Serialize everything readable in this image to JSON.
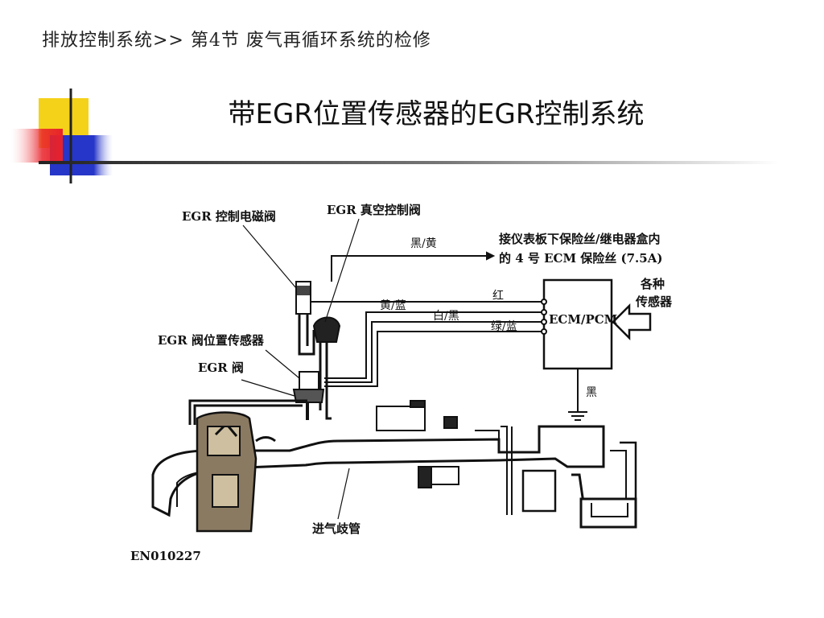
{
  "header": {
    "breadcrumb": "排放控制系统>> 第4节 废气再循环系统的检修",
    "title": "带EGR位置传感器的EGR控制系统"
  },
  "diagram": {
    "labels": {
      "egr_solenoid": "EGR 控制电磁阀",
      "egr_vacuum_valve": "EGR 真空控制阀",
      "wire_black_yellow": "黑/黄",
      "fuse_note_line1": "接仪表板下保险丝/继电器盒内",
      "fuse_note_line2": "的 4 号 ECM 保险丝 (7.5A)",
      "wire_red": "红",
      "wire_yellow_blue": "黄/蓝",
      "wire_white_black": "白/黑",
      "wire_green_blue": "绿/蓝",
      "ecm": "ECM/PCM",
      "sensors_line1": "各种",
      "sensors_line2": "传感器",
      "egr_position_sensor": "EGR 阀位置传感器",
      "egr_valve": "EGR 阀",
      "ground_black": "黑",
      "intake_manifold": "进气歧管",
      "figure_code": "EN010227"
    }
  },
  "colors": {
    "deco_yellow": "#f5d21a",
    "deco_red": "#e8222a",
    "deco_blue": "#2636c8",
    "line_dark": "#111111"
  }
}
